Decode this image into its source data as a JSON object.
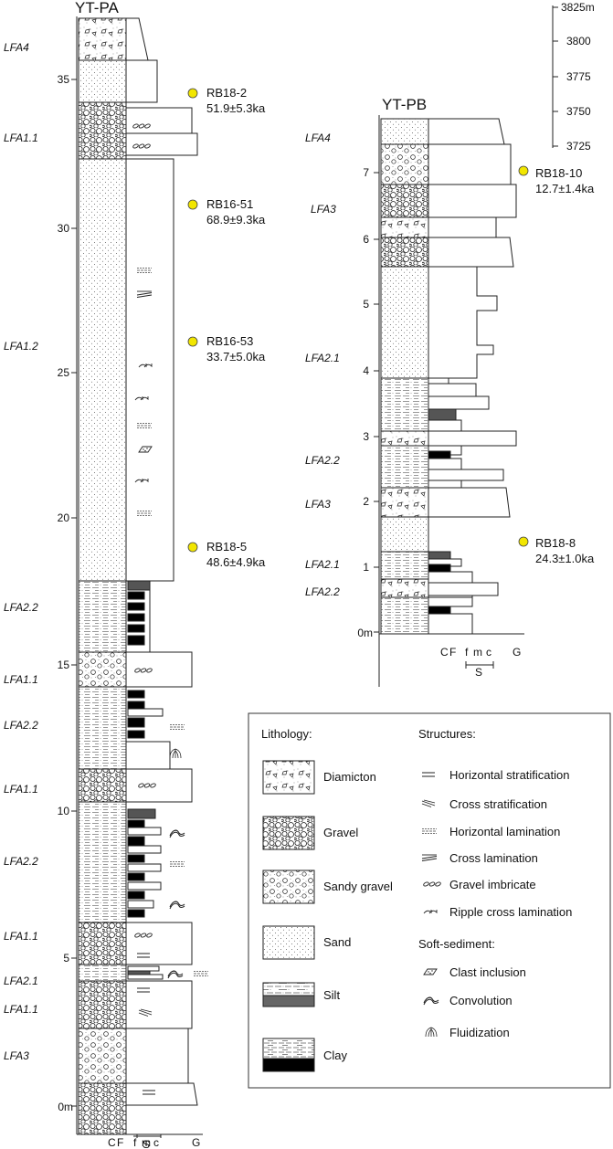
{
  "pa": {
    "title": "YT-PA",
    "ticks": [
      "35",
      "30",
      "25",
      "20",
      "15",
      "10",
      "5",
      "0m"
    ],
    "facies": [
      "LFA4",
      "LFA1.1",
      "LFA1.2",
      "LFA2.2",
      "LFA1.1",
      "LFA2.2",
      "LFA1.1",
      "LFA2.2",
      "LFA1.1",
      "LFA2.1",
      "LFA1.1",
      "LFA3"
    ],
    "samples": [
      {
        "id": "RB18-2",
        "age": "51.9±5.3ka"
      },
      {
        "id": "RB16-51",
        "age": "68.9±9.3ka"
      },
      {
        "id": "RB16-53",
        "age": "33.7±5.0ka"
      },
      {
        "id": "RB18-5",
        "age": "48.6±4.9ka"
      }
    ],
    "grain_axis": {
      "c": "C",
      "f": "F",
      "fs": "f",
      "m": "m",
      "cs": "c",
      "g": "G",
      "s": "S"
    }
  },
  "pb": {
    "title": "YT-PB",
    "ticks": [
      "7",
      "6",
      "5",
      "4",
      "3",
      "2",
      "1",
      "0m"
    ],
    "facies": [
      "LFA4",
      "LFA3",
      "LFA2.1",
      "LFA2.2",
      "LFA3",
      "LFA2.1",
      "LFA2.2"
    ],
    "samples": [
      {
        "id": "RB18-10",
        "age": "12.7±1.4ka"
      },
      {
        "id": "RB18-8",
        "age": "24.3±1.0ka"
      }
    ],
    "grain_axis": {
      "c": "C",
      "f": "F",
      "fs": "f",
      "m": "m",
      "cs": "c",
      "g": "G",
      "s": "S"
    }
  },
  "elevation": {
    "ticks": [
      "3825m",
      "3800",
      "3775",
      "3750",
      "3725"
    ]
  },
  "legend": {
    "lithology_title": "Lithology:",
    "lithology": [
      "Diamicton",
      "Gravel",
      "Sandy gravel",
      "Sand",
      "Silt",
      "Clay"
    ],
    "structures_title": "Structures:",
    "structures": [
      "Horizontal stratification",
      "Cross stratification",
      "Horizontal lamination",
      "Cross lamination",
      "Gravel imbricate",
      "Ripple cross lamination"
    ],
    "soft_title": "Soft-sediment:",
    "soft": [
      "Clast inclusion",
      "Convolution",
      "Fluidization"
    ]
  },
  "colors": {
    "sample_marker": "#f2e600",
    "silt_fill": "#666666",
    "clay_fill": "#000000"
  }
}
